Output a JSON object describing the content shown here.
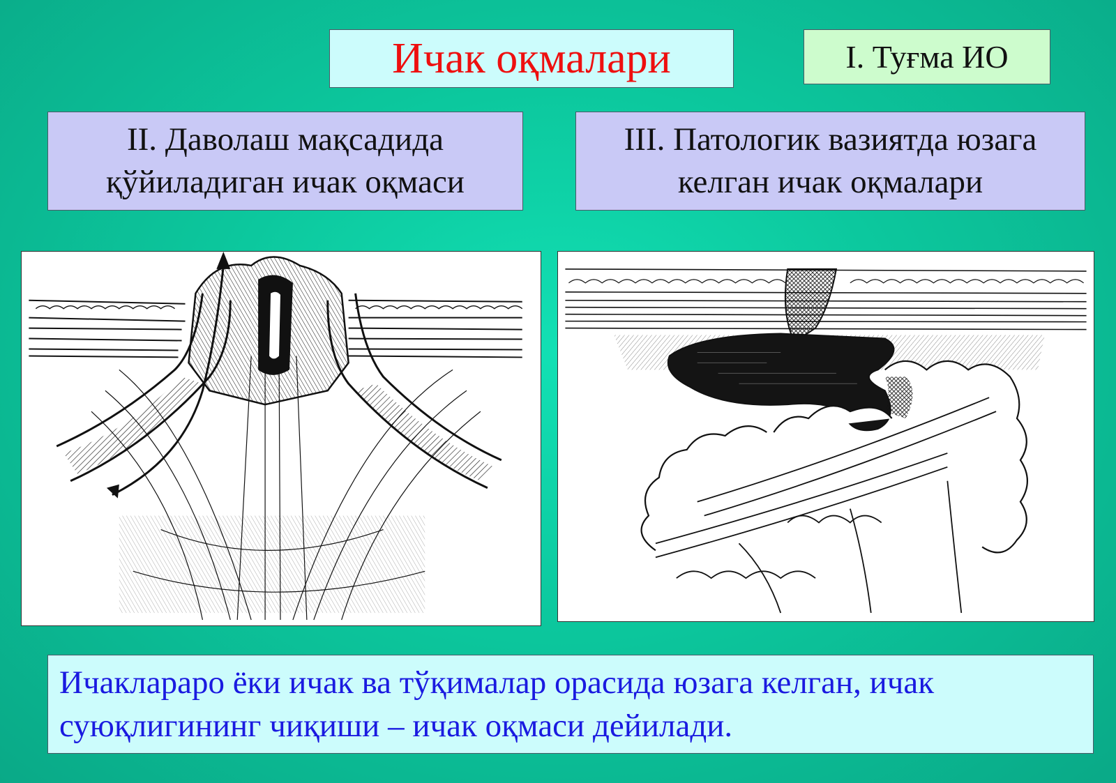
{
  "slide": {
    "title": "Ичак оқмалари",
    "category_1": "I. Туғма ИО",
    "category_2": {
      "line1": "II. Даволаш мақсадида",
      "line2": "қўйиладиган ичак оқмаси"
    },
    "category_3": {
      "line1": "III. Патологик вазиятда юзага",
      "line2": "келган ичак оқмалари"
    },
    "definition": {
      "line1": "Ичаклараро ёки ичак ва тўқималар орасида юзага келган, ичак",
      "line2": "суюқлигининг чиқиши – ичак оқмаси дейилади."
    }
  },
  "colors": {
    "background": "#0cc79d",
    "title_text": "#ee0f0f",
    "title_box": "#ccfcfc",
    "category_1_box": "#cdfccd",
    "category_box": "#c9c9f6",
    "definition_text": "#1a1ae0",
    "definition_box": "#ccfcfc"
  },
  "illustrations": [
    {
      "name": "therapeutic-intestinal-fistula-drawing"
    },
    {
      "name": "pathological-intestinal-fistula-drawing"
    }
  ]
}
